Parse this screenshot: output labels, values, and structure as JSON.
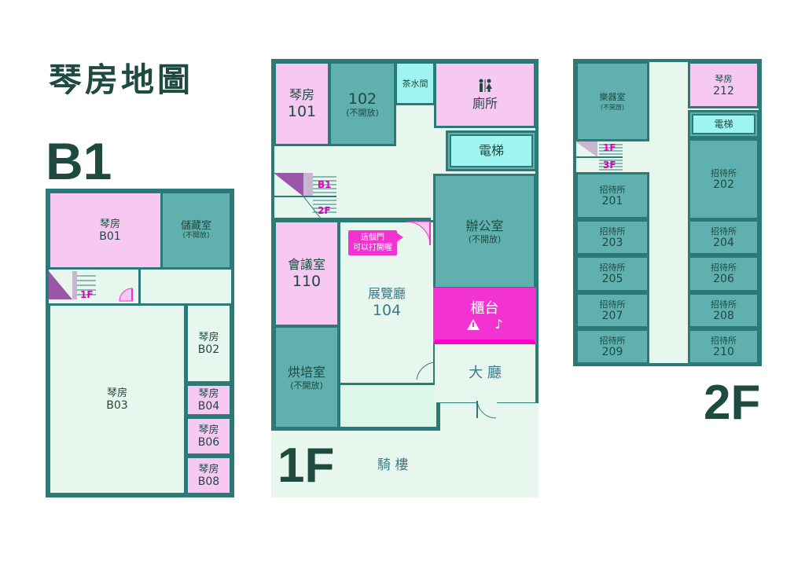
{
  "map_title": "琴房地圖",
  "floors": {
    "b1": {
      "label": "B1",
      "rooms": {
        "b01": {
          "name": "琴房",
          "number": "B01"
        },
        "storage": {
          "name": "儲藏室",
          "note": "(不開放)"
        },
        "b02": {
          "name": "琴房",
          "number": "B02"
        },
        "b03": {
          "name": "琴房",
          "number": "B03"
        },
        "b04": {
          "name": "琴房",
          "number": "B04"
        },
        "b06": {
          "name": "琴房",
          "number": "B06"
        },
        "b08": {
          "name": "琴房",
          "number": "B08"
        }
      },
      "stair_tag": "1F"
    },
    "f1": {
      "label": "1F",
      "rooms": {
        "r101": {
          "name": "琴房",
          "number": "101"
        },
        "r102": {
          "name": "102",
          "note": "(不開放)"
        },
        "tea": {
          "name": "茶水間"
        },
        "toilet": {
          "name": "廁所",
          "icon": "restroom-icon"
        },
        "elevator": {
          "name": "電梯"
        },
        "office": {
          "name": "辦公室",
          "note": "(不開放)"
        },
        "meeting": {
          "name": "會議室",
          "number": "110"
        },
        "exhibit": {
          "name": "展覽廳",
          "number": "104"
        },
        "counter": {
          "name": "櫃台",
          "icons": [
            "warning-icon",
            "music-note-icon"
          ]
        },
        "lobby": {
          "name": "大 廳"
        },
        "bakery": {
          "name": "烘培室",
          "note": "(不開放)"
        },
        "arcade": {
          "name": "騎 樓"
        }
      },
      "stair_tags": [
        "B1",
        "2F"
      ],
      "door_note": [
        "這個門",
        "可以打開喔"
      ]
    },
    "f2": {
      "label": "2F",
      "rooms": {
        "instrument": {
          "name": "樂器室",
          "note": "(不開放)"
        },
        "r212": {
          "name": "琴房",
          "number": "212"
        },
        "elevator": {
          "name": "電梯"
        },
        "guest": [
          {
            "name": "招待所",
            "number": "201"
          },
          {
            "name": "招待所",
            "number": "202"
          },
          {
            "name": "招待所",
            "number": "203"
          },
          {
            "name": "招待所",
            "number": "204"
          },
          {
            "name": "招待所",
            "number": "205"
          },
          {
            "name": "招待所",
            "number": "206"
          },
          {
            "name": "招待所",
            "number": "207"
          },
          {
            "name": "招待所",
            "number": "208"
          },
          {
            "name": "招待所",
            "number": "209"
          },
          {
            "name": "招待所",
            "number": "210"
          }
        ]
      },
      "stair_tags": [
        "1F",
        "3F"
      ]
    }
  },
  "colors": {
    "wall": "#2b7a78",
    "corridor": "#e8f7ee",
    "piano_room": "#f6c8f2",
    "closed_room": "#5fb0ae",
    "service": "#9ff5f2",
    "highlight": "#f233d2",
    "text": "#1e4a40"
  }
}
